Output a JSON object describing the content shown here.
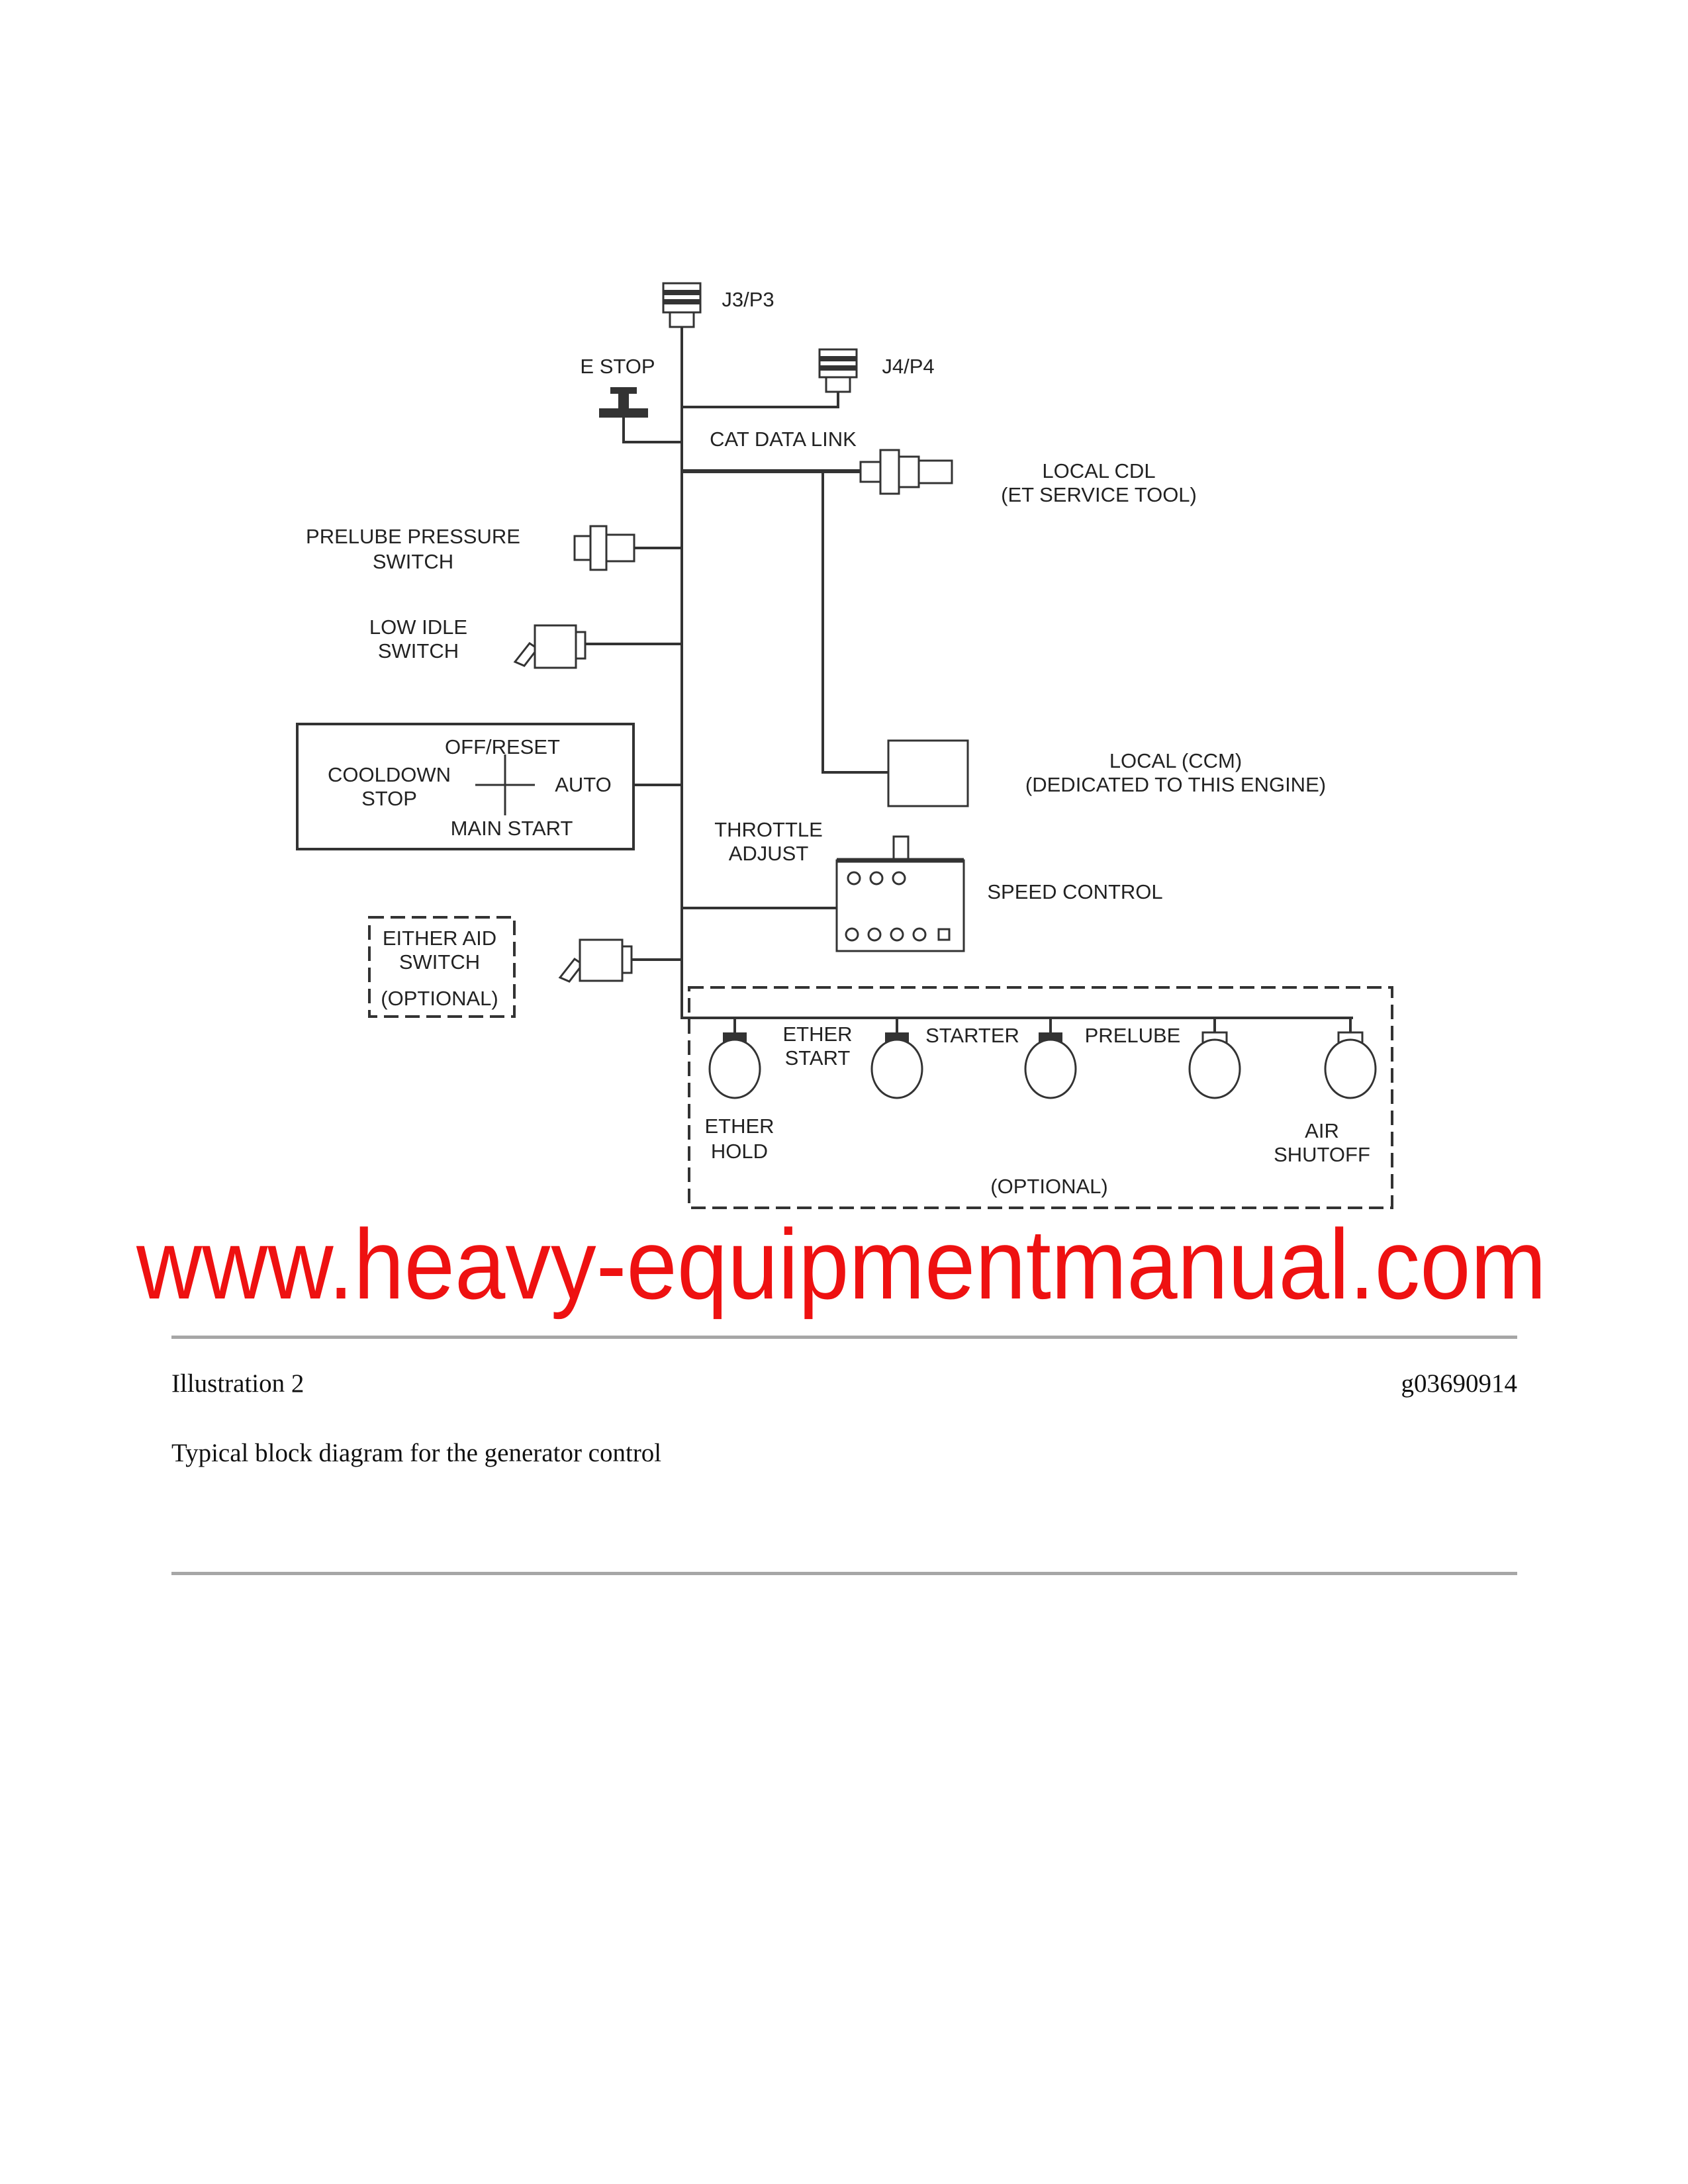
{
  "diagram": {
    "j3p3": "J3/P3",
    "j4p4": "J4/P4",
    "estop": "E STOP",
    "cat_data_link": "CAT DATA LINK",
    "local_cdl": [
      "LOCAL CDL",
      "(ET SERVICE TOOL)"
    ],
    "prelube_pressure_switch": [
      "PRELUBE PRESSURE",
      "SWITCH"
    ],
    "low_idle_switch": [
      "LOW IDLE",
      "SWITCH"
    ],
    "keyswitch": {
      "top": "OFF/RESET",
      "left": [
        "COOLDOWN",
        "STOP"
      ],
      "right": "AUTO",
      "bottom": "MAIN START"
    },
    "local_ccm": [
      "LOCAL (CCM)",
      "(DEDICATED TO THIS ENGINE)"
    ],
    "throttle_adjust": [
      "THROTTLE",
      "ADJUST"
    ],
    "speed_control": "SPEED CONTROL",
    "either_aid_switch": [
      "EITHER AID",
      "SWITCH",
      "(OPTIONAL)"
    ],
    "ether_start": [
      "ETHER",
      "START"
    ],
    "starter": "STARTER",
    "prelube": "PRELUBE",
    "ether_hold": [
      "ETHER",
      "HOLD"
    ],
    "air_shutoff": [
      "AIR",
      "SHUTOFF"
    ],
    "optional": "(OPTIONAL)"
  },
  "watermark": "www.heavy-equipmentmanual.com",
  "caption": {
    "illustration": "Illustration 2",
    "figure_id": "g03690914",
    "description": "Typical block diagram for the generator control"
  }
}
